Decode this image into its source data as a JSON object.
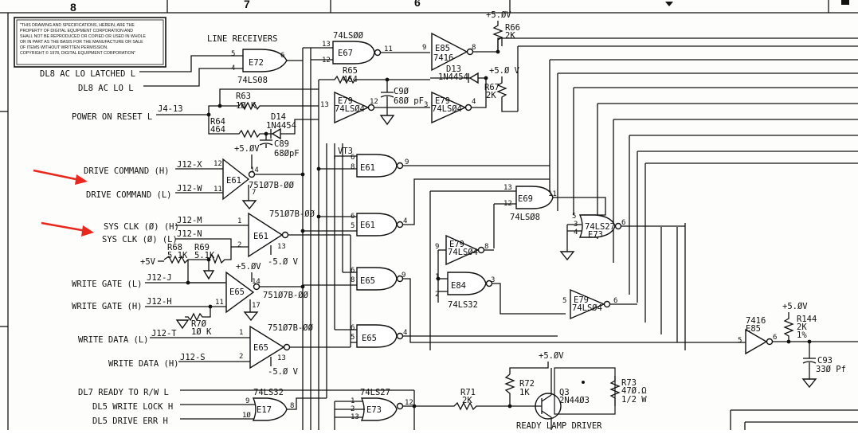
{
  "border": {
    "zone_numbers": [
      "8",
      "7",
      "6"
    ],
    "notice": [
      "\"THIS DRAWING AND SPECIFICATIONS, HEREIN, ARE THE",
      "PROPERTY OF DIGITAL EQUIPMENT CORPORATION AND",
      "SHALL NOT BE REPRODUCED OR COPIED OR USED IN WHOLE",
      "OR IN PART AS THE BASIS FOR THE MANUFACTURE OR SALE",
      "OF ITEMS WITHOUT WRITTEN PERMISSION.",
      "COPYRIGHT © 1978, DIGITAL EQUIPMENT CORPORATION\""
    ]
  },
  "headings": {
    "line_receivers": "LINE RECEIVERS",
    "ready_lamp_driver": "READY LAMP DRIVER"
  },
  "signals": {
    "dl8_ac_lo_latched": "DL8 AC LO LATCHED  L",
    "dl8_ac_lo": "DL8 AC LO  L",
    "power_on_reset": "POWER ON RESET  L",
    "power_on_reset_pin": "J4-13",
    "drive_command_h": "DRIVE COMMAND (H)",
    "drive_command_h_pin": "J12-X",
    "drive_command_l": "DRIVE COMMAND (L)",
    "drive_command_l_pin": "J12-W",
    "sys_clk_h": "SYS CLK (Ø)  (H)",
    "sys_clk_h_pin": "J12-M",
    "sys_clk_l": "SYS CLK (Ø)  (L)",
    "sys_clk_l_pin": "J12-N",
    "write_gate_l": "WRITE GATE (L)",
    "write_gate_l_pin": "J12-J",
    "write_gate_h": "WRITE GATE (H)",
    "write_gate_h_pin": "J12-H",
    "write_data_l": "WRITE DATA (L)",
    "write_data_l_pin": "J12-T",
    "write_data_h": "WRITE DATA (H)",
    "write_data_h_pin": "J12-S",
    "dl7_ready": "DL7 READY TO R/W  L",
    "dl5_write_lock": "DL5 WRITE LOCK  H",
    "dl5_drive_err": "DL5 DRIVE  ERR  H"
  },
  "components": {
    "e72": "E72",
    "e72_type": "74LS08",
    "e67": "E67",
    "e67_type": "74LSØØ",
    "e85": "E85",
    "e85_type": "7416",
    "e85b": "E85",
    "e85b_type": "7416",
    "r66": "R66",
    "r66_val": "2K",
    "plus5_r66": "+5.ØV",
    "plus5_r67": "+5.Ø V",
    "r67": "R67",
    "r67_val": "2K",
    "d13": "D13",
    "d13_type": "1N4454",
    "r65": "R65",
    "r65_val": "464",
    "c90": "C9Ø",
    "c90_val": "68Ø pF",
    "e79a": "E79",
    "e79a_type": "74LSØ4",
    "e79b": "E79",
    "e79b_type": "74LSØ4",
    "r63": "R63",
    "r63_val": "1Ø K",
    "r64": "R64",
    "r64_val": "464",
    "d14": "D14",
    "d14_type": "1N4454",
    "c89": "C89",
    "c89_val": "68ØpF",
    "e61": "E61",
    "e61_type": "751Ø7B-ØØ",
    "e61_supply": "+5.ØV",
    "e61b_type": "751Ø7B-ØØ",
    "e61b_supply": "-5.Ø V",
    "vt3": "VT3",
    "e61_nand": "E61",
    "e61_nand2": "E61",
    "e69": "E69",
    "e69_type": "74LSØ8",
    "e73": "E73",
    "e73_type": "74LS27",
    "e73b": "E73",
    "e73b_type": "74LS27",
    "e79c": "E79",
    "e79c_type": "74LSØ4",
    "e84": "E84",
    "e84_type": "74LS32",
    "e79d": "E79",
    "e79d_type": "74LSØ4",
    "r68": "R68",
    "r68_val": "5.1K",
    "r69": "R69",
    "r69_val": "5.1K",
    "plus5v_pullup": "+5V",
    "e65": "E65",
    "e65_type": "751Ø7B-ØØ",
    "e65_supply": "+5.ØV",
    "r70": "R7Ø",
    "r70_val": "1Ø K",
    "e65_nand": "E65",
    "e65_nand2": "E65",
    "e65b": "E65",
    "e65b_type": "751Ø7B-ØØ",
    "e65b_supply": "-5.Ø V",
    "r144": "R144",
    "r144_val": "2K",
    "r144_tol": "1%",
    "r144_supply": "+5.ØV",
    "c93": "C93",
    "c93_val": "33Ø Pf",
    "e17": "E17",
    "e17_type": "74LS32",
    "r71": "R71",
    "r71_val": "2K",
    "q3_supply": "+5.ØV",
    "r72": "R72",
    "r72_val": "1K",
    "q3": "Q3",
    "q3_type": "2N44Ø3",
    "r73": "R73",
    "r73_val": "47Ø.Ω",
    "r73_power": "1/2 W"
  },
  "pins": {
    "e72": [
      "5",
      "4",
      "6"
    ],
    "e67": [
      "13",
      "12",
      "11"
    ],
    "e85": [
      "9",
      "8"
    ],
    "e79a": [
      "13",
      "12"
    ],
    "e79b": [
      "3",
      "4"
    ],
    "e61a": [
      "12",
      "11",
      "14",
      "7"
    ],
    "e61b": [
      "1",
      "2",
      "13"
    ],
    "e61c": [
      "6",
      "8",
      "9"
    ],
    "e61d": [
      "6",
      "5",
      "4"
    ],
    "e69": [
      "13",
      "12",
      "11"
    ],
    "e73": [
      "5",
      "3",
      "4",
      "6"
    ],
    "e79c": [
      "9",
      "8"
    ],
    "e84": [
      "1",
      "2",
      "3"
    ],
    "e79d": [
      "5",
      "6"
    ],
    "e65a": [
      "11",
      "14",
      "17"
    ],
    "e65b": [
      "1",
      "2",
      "13"
    ],
    "e65c": [
      "6",
      "8",
      "9"
    ],
    "e65d": [
      "6",
      "5",
      "4"
    ],
    "e85b": [
      "5",
      "6"
    ],
    "e17": [
      "9",
      "1Ø",
      "8"
    ],
    "e73b": [
      "1",
      "2",
      "13",
      "12"
    ]
  }
}
